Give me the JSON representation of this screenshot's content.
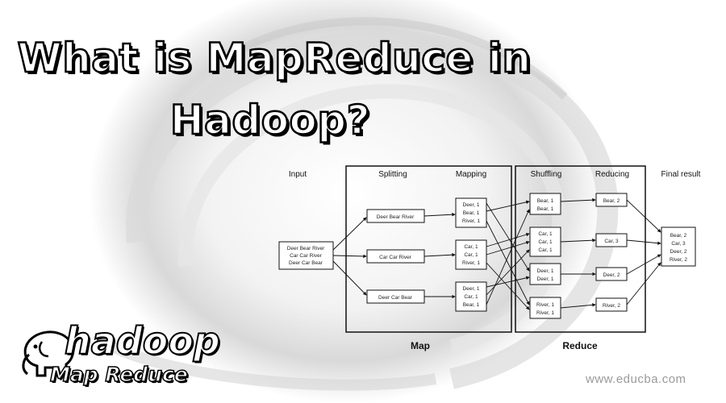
{
  "title": {
    "line1": "What is MapReduce in",
    "line2": "Hadoop?"
  },
  "stages": {
    "input": "Input",
    "splitting": "Splitting",
    "mapping": "Mapping",
    "shuffling": "Shuffling",
    "reducing": "Reducing",
    "final": "Final result"
  },
  "groups": {
    "map": "Map",
    "reduce": "Reduce"
  },
  "input_lines": [
    "Deer Bear River",
    "Car Car River",
    "Deer Car Bear"
  ],
  "splits": [
    "Deer Bear River",
    "Car Car River",
    "Deer Car Bear"
  ],
  "mapping": [
    [
      "Deer, 1",
      "Bear, 1",
      "River, 1"
    ],
    [
      "Car, 1",
      "Car, 1",
      "River, 1"
    ],
    [
      "Deer, 1",
      "Car, 1",
      "Bear, 1"
    ]
  ],
  "shuffling": [
    [
      "Bear, 1",
      "Bear, 1"
    ],
    [
      "Car, 1",
      "Car, 1",
      "Car, 1"
    ],
    [
      "Deer, 1",
      "Deer, 1"
    ],
    [
      "River, 1",
      "River, 1"
    ]
  ],
  "reducing": [
    "Bear, 2",
    "Car, 3",
    "Deer, 2",
    "River, 2"
  ],
  "final_result": [
    "Bear, 2",
    "Car, 3",
    "Deer, 2",
    "River, 2"
  ],
  "logo": {
    "word": "hadoop",
    "sub": "Map Reduce",
    "icon": "elephant-icon"
  },
  "watermark": "www.educba.com"
}
